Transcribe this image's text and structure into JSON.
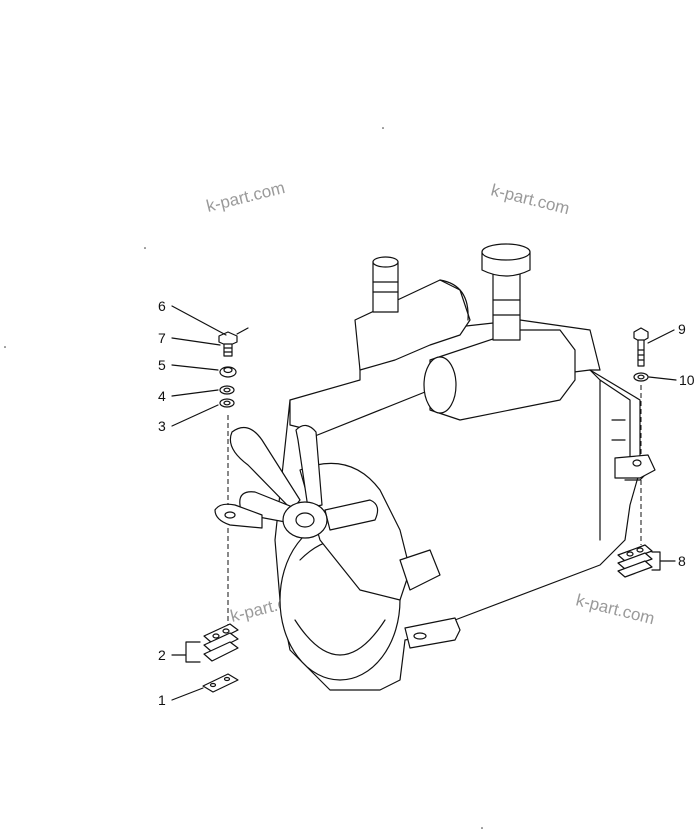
{
  "watermark": "k-part.com",
  "callouts": {
    "c1": "1",
    "c2": "2",
    "c3": "3",
    "c4": "4",
    "c5": "5",
    "c6": "6",
    "c7": "7",
    "c8": "8",
    "c9": "9",
    "c10": "10"
  }
}
